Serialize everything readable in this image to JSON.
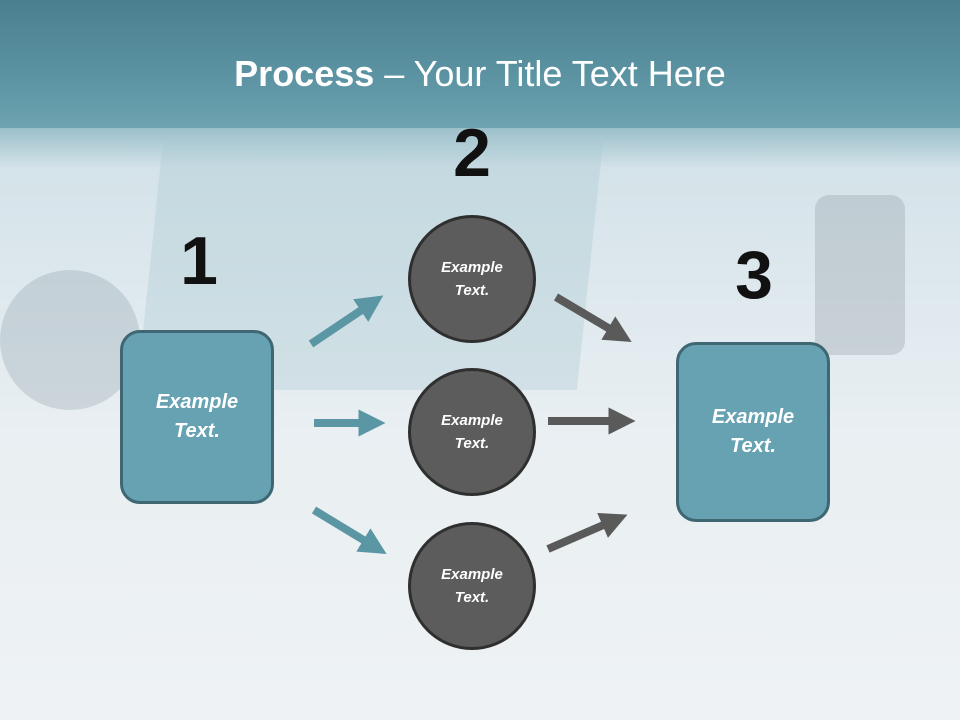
{
  "title": {
    "bold": "Process",
    "rest": " – Your Title Text Here"
  },
  "steps": [
    {
      "number": "1",
      "text": "Example Text."
    },
    {
      "number": "2",
      "text": ""
    },
    {
      "number": "3",
      "text": "Example Text."
    }
  ],
  "circles": [
    {
      "text": "Example Text."
    },
    {
      "text": "Example Text."
    },
    {
      "text": "Example Text."
    }
  ],
  "colors": {
    "box": "#66a2b2",
    "circle": "#5c5c5c",
    "arrow_left": "#5b96a5",
    "arrow_right": "#5a5a5a",
    "header": "#5a8f9e"
  }
}
